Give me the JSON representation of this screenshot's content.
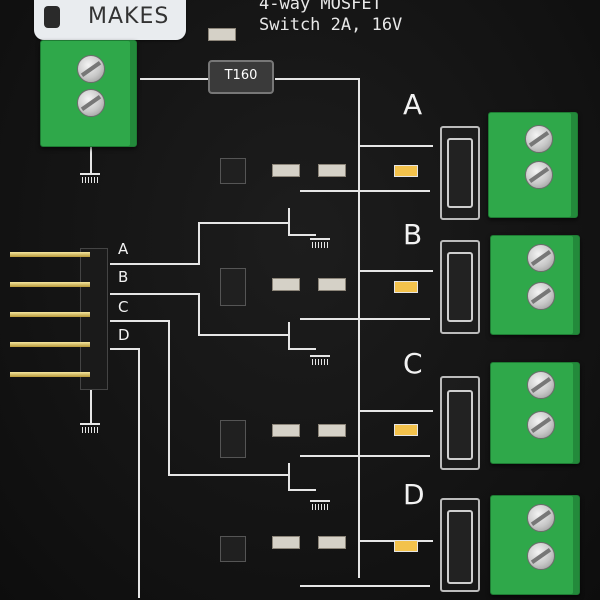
{
  "board": {
    "logo_text": "MAKES",
    "title": "4-way MOSFET\nSwitch 2A, 16V",
    "fuse_label": "T160"
  },
  "channels": [
    "A",
    "B",
    "C",
    "D"
  ],
  "pins": [
    "A",
    "B",
    "C",
    "D"
  ],
  "colors": {
    "pcb": "#151515",
    "silkscreen": "#f2f2f2",
    "terminal": "#2fa84a",
    "screw": "#cfcfcf",
    "pin": "#d9c26a"
  }
}
